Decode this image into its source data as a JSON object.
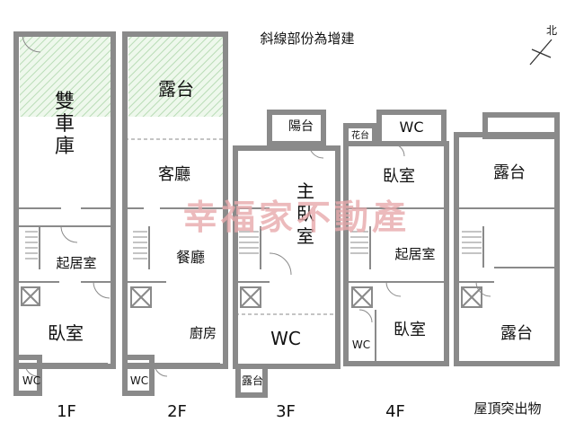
{
  "note": "斜線部份為增建",
  "north": "北",
  "watermark": "幸福家不動產",
  "colors": {
    "wall": "#8a8a8a",
    "hatch": "#b9dcb6",
    "hatch_bg": "#eef8ec",
    "watermark": "#e7a9ab"
  },
  "floors": [
    {
      "label": "1F",
      "rooms": {
        "garage_1": "雙",
        "garage_2": "車",
        "garage_3": "庫",
        "living": "起居室",
        "bedroom": "臥室",
        "wc": "WC"
      }
    },
    {
      "label": "2F",
      "rooms": {
        "terrace": "露台",
        "living": "客廳",
        "dining": "餐廳",
        "kitchen": "廚房",
        "wc": "WC"
      }
    },
    {
      "label": "3F",
      "rooms": {
        "balcony": "陽台",
        "master_1": "主",
        "master_2": "臥",
        "master_3": "室",
        "wc": "WC",
        "terrace": "露台"
      }
    },
    {
      "label": "4F",
      "rooms": {
        "planter": "花台",
        "wc_top": "WC",
        "bedroom_top": "臥室",
        "living": "起居室",
        "bedroom": "臥室",
        "wc": "WC"
      }
    },
    {
      "label": "屋頂突出物",
      "rooms": {
        "terrace_top": "露台",
        "terrace_bottom": "露台"
      }
    }
  ]
}
